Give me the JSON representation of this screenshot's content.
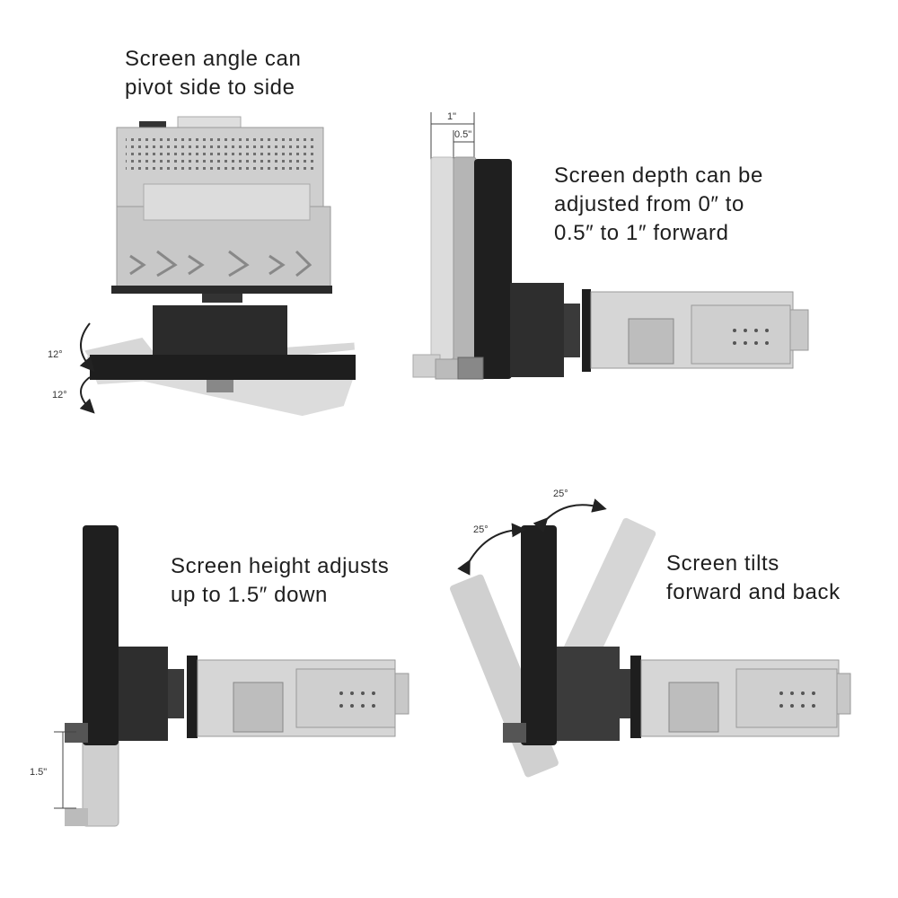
{
  "panels": {
    "pivot": {
      "caption_lines": [
        "Screen angle can",
        "pivot side to side"
      ],
      "angle_top": "12°",
      "angle_bottom": "12°"
    },
    "depth": {
      "caption_lines": [
        "Screen depth can be",
        "adjusted from 0″ to",
        "0.5″ to 1″ forward"
      ],
      "dim_outer": "1\"",
      "dim_inner": "0.5\""
    },
    "height": {
      "caption_lines": [
        "Screen height adjusts",
        "up to 1.5″ down"
      ],
      "dim": "1.5\""
    },
    "tilt": {
      "caption_lines": [
        "Screen tilts",
        "forward and back"
      ],
      "angle_back": "25°",
      "angle_forward": "25°"
    }
  },
  "colors": {
    "screen_dark": "#1f1f1f",
    "screen_ghost": "#c9c9c9",
    "chassis": "#d4d4d4",
    "chassis_line": "#9a9a9a",
    "arrow": "#222222"
  }
}
